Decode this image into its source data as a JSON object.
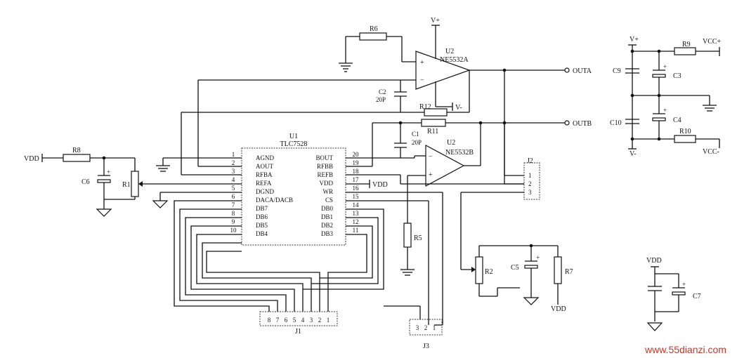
{
  "watermark": "www.55dianzi.com",
  "u1": {
    "ref": "U1",
    "part": "TLC7528",
    "left_pins": [
      {
        "num": "1",
        "name": "AGND"
      },
      {
        "num": "2",
        "name": "AOUT"
      },
      {
        "num": "3",
        "name": "RFBA"
      },
      {
        "num": "4",
        "name": "REFA"
      },
      {
        "num": "5",
        "name": "DGND"
      },
      {
        "num": "6",
        "name": "DACA/DACB"
      },
      {
        "num": "7",
        "name": "DB7"
      },
      {
        "num": "8",
        "name": "DB6"
      },
      {
        "num": "9",
        "name": "DB5"
      },
      {
        "num": "10",
        "name": "DB4"
      }
    ],
    "right_pins": [
      {
        "num": "20",
        "name": "BOUT"
      },
      {
        "num": "19",
        "name": "RFBB"
      },
      {
        "num": "18",
        "name": "REFB"
      },
      {
        "num": "17",
        "name": "VDD"
      },
      {
        "num": "16",
        "name": "WR"
      },
      {
        "num": "15",
        "name": "CS"
      },
      {
        "num": "14",
        "name": "DB0"
      },
      {
        "num": "13",
        "name": "DB1"
      },
      {
        "num": "12",
        "name": "DB2"
      },
      {
        "num": "11",
        "name": "DB3"
      }
    ]
  },
  "opamp_a": {
    "ref": "U2",
    "part": "NE5532A"
  },
  "opamp_b": {
    "ref": "U2",
    "part": "NE5532B"
  },
  "labels": {
    "r6": "R6",
    "r8": "R8",
    "r1": "R1",
    "r2": "R2",
    "r5": "R5",
    "r7": "R7",
    "r9": "R9",
    "r10": "R10",
    "r11": "R11",
    "r12": "R12",
    "c1": "C1",
    "c1v": "20P",
    "c2": "C2",
    "c2v": "20P",
    "c3": "C3",
    "c4": "C4",
    "c5": "C5",
    "c6": "C6",
    "c7": "C7",
    "c9": "C9",
    "c10": "C10",
    "vdd_r8": "VDD",
    "vdd_pin17": "VDD",
    "vdd_r7": "VDD",
    "vdd_c7": "VDD",
    "vplus_top": "V+",
    "vminus_top": "V-",
    "vplus_right": "V+",
    "vminus_right": "V-",
    "vcc_plus": "VCC+",
    "vcc_minus": "VCC-",
    "plus": "+",
    "minus": "−",
    "outa": "OUTA",
    "outb": "OUTB"
  },
  "j1": {
    "ref": "J1",
    "pins": [
      "8",
      "7",
      "6",
      "5",
      "4",
      "3",
      "2",
      "1"
    ]
  },
  "j2": {
    "ref": "J2",
    "pins": [
      "1",
      "2",
      "3"
    ]
  },
  "j3": {
    "ref": "J3",
    "pins": [
      "3",
      "2",
      "1"
    ]
  }
}
